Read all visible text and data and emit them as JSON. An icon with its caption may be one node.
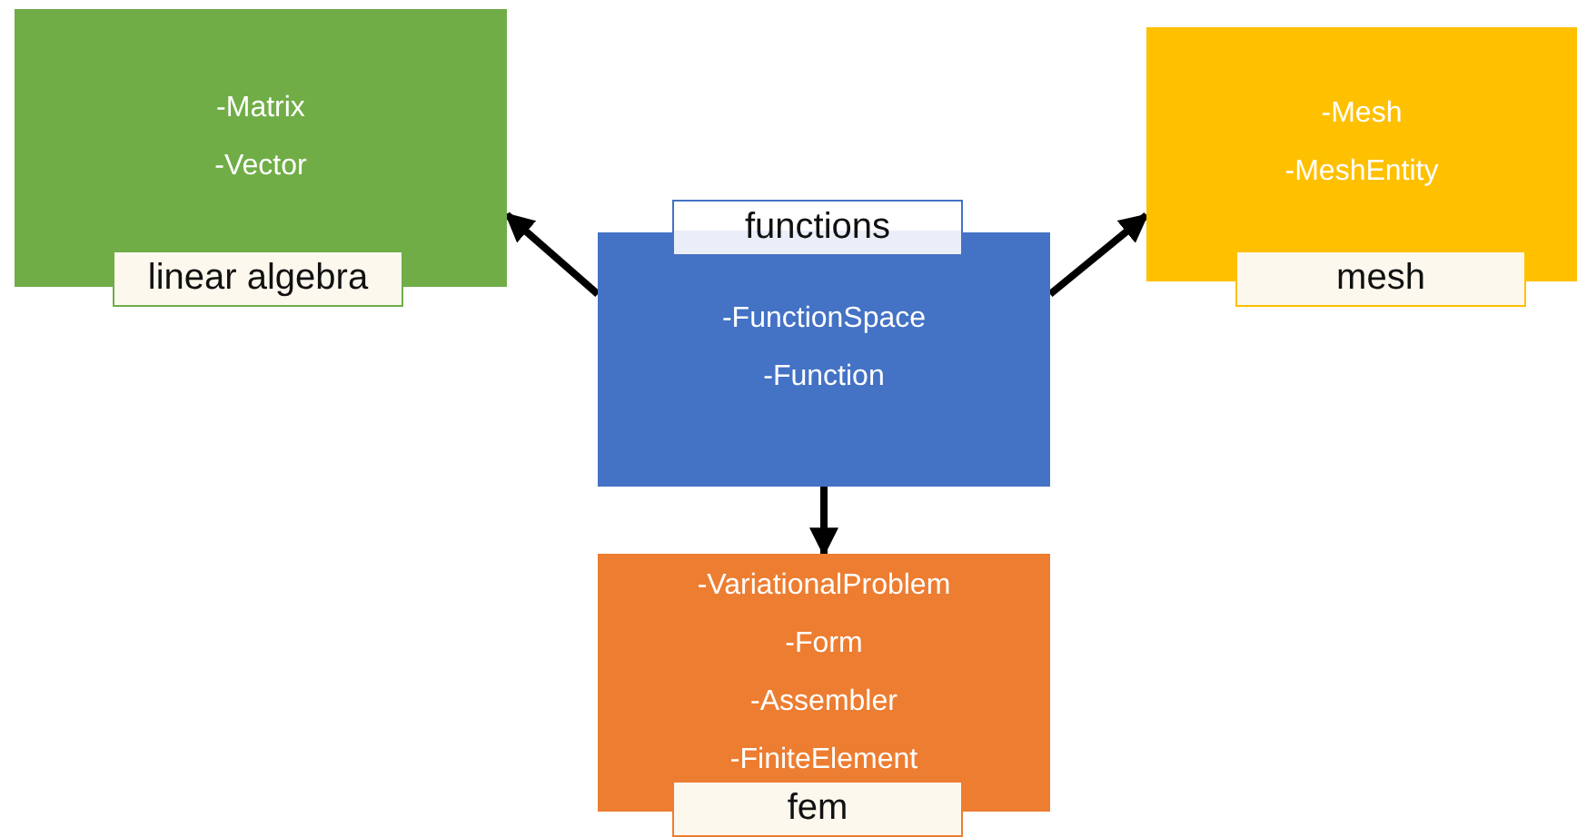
{
  "diagram": {
    "nodes": [
      {
        "text": [
          "-Matrix",
          "-Vector",
          "linear algebra"
        ]
      },
      {
        "text": [
          "functions",
          "-FunctionSpace",
          "-Function"
        ]
      },
      {
        "text": [
          "-Mesh",
          "-MeshEntity",
          "mesh"
        ]
      },
      {
        "text": [
          "-VariationalProblem",
          "-Form",
          "-Assembler",
          "-FiniteElement",
          "fem"
        ]
      }
    ],
    "edges": [
      {
        "from": 1,
        "to": 0,
        "arrow": "to"
      },
      {
        "from": 1,
        "to": 2,
        "arrow": "to"
      },
      {
        "from": 1,
        "to": 3,
        "arrow": "to"
      }
    ]
  }
}
